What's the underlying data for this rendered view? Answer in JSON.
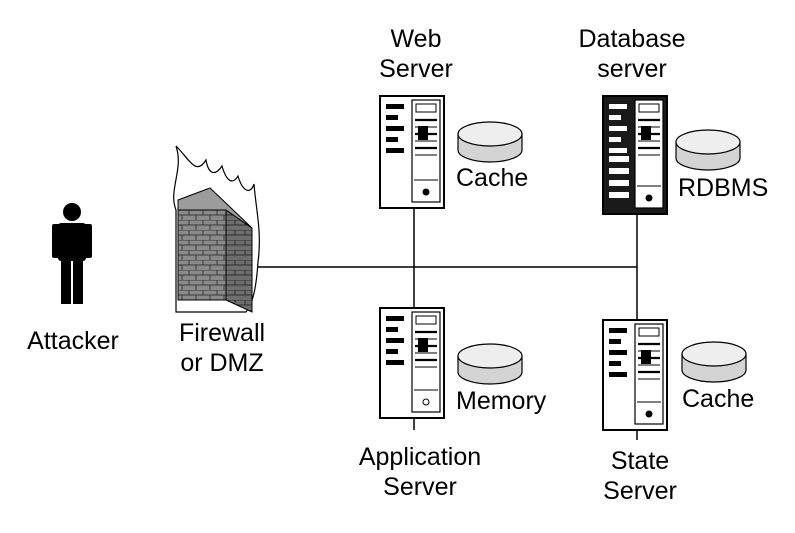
{
  "labels": {
    "attacker": "Attacker",
    "firewall": [
      "Firewall",
      "or DMZ"
    ],
    "web_server": [
      "Web",
      "Server"
    ],
    "database_server": [
      "Database",
      "server"
    ],
    "application_server": [
      "Application",
      "Server"
    ],
    "state_server": [
      "State",
      "Server"
    ]
  },
  "stores": {
    "web_cache": "Cache",
    "rdbms": "RDBMS",
    "memory": "Memory",
    "state_cache": "Cache"
  },
  "colors": {
    "line": "#000000",
    "server_body": "#ffffff",
    "flame": "#ffffff",
    "brick": "#8a8a8a",
    "brick_dark": "#555555",
    "disk_top": "#e6e6e6"
  },
  "icons": {
    "attacker": "person-icon",
    "firewall": "firewall-icon",
    "servers": "server-tower-icon",
    "stores": "disk-icon"
  }
}
